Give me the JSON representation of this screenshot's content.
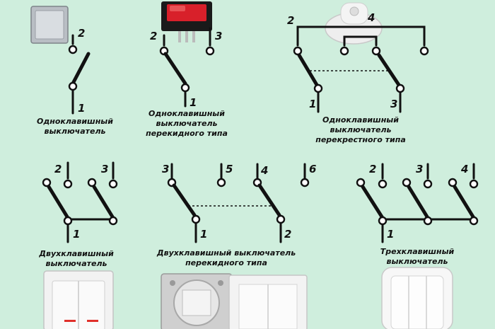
{
  "diagrams": {
    "single": {
      "caption": [
        "Одноклавишный",
        "выключатель"
      ],
      "labels": [
        "2",
        "1"
      ]
    },
    "single_changeover": {
      "caption": [
        "Одноклавишный",
        "выключатель",
        "перекидного типа"
      ],
      "labels": [
        "2",
        "3",
        "1"
      ]
    },
    "single_cross": {
      "caption": [
        "Одноклавишный",
        "выключатель",
        "перекрестного типа"
      ],
      "labels": [
        "2",
        "4",
        "1",
        "3"
      ]
    },
    "double": {
      "caption": [
        "Двухклавишный",
        "выключатель"
      ],
      "labels": [
        "2",
        "3",
        "1"
      ]
    },
    "double_changeover": {
      "caption": [
        "Двухклавишный выключатель",
        "перекидного типа"
      ],
      "labels": [
        "3",
        "5",
        "4",
        "6",
        "1",
        "2"
      ]
    },
    "triple": {
      "caption": [
        "Трехклавишный",
        "выключатель"
      ],
      "labels": [
        "2",
        "3",
        "4",
        "1"
      ]
    }
  },
  "colors": {
    "background": "#cfeedd",
    "ink": "#111111",
    "rocker_red": "#d8202a",
    "indicator_red": "#e0302a"
  }
}
